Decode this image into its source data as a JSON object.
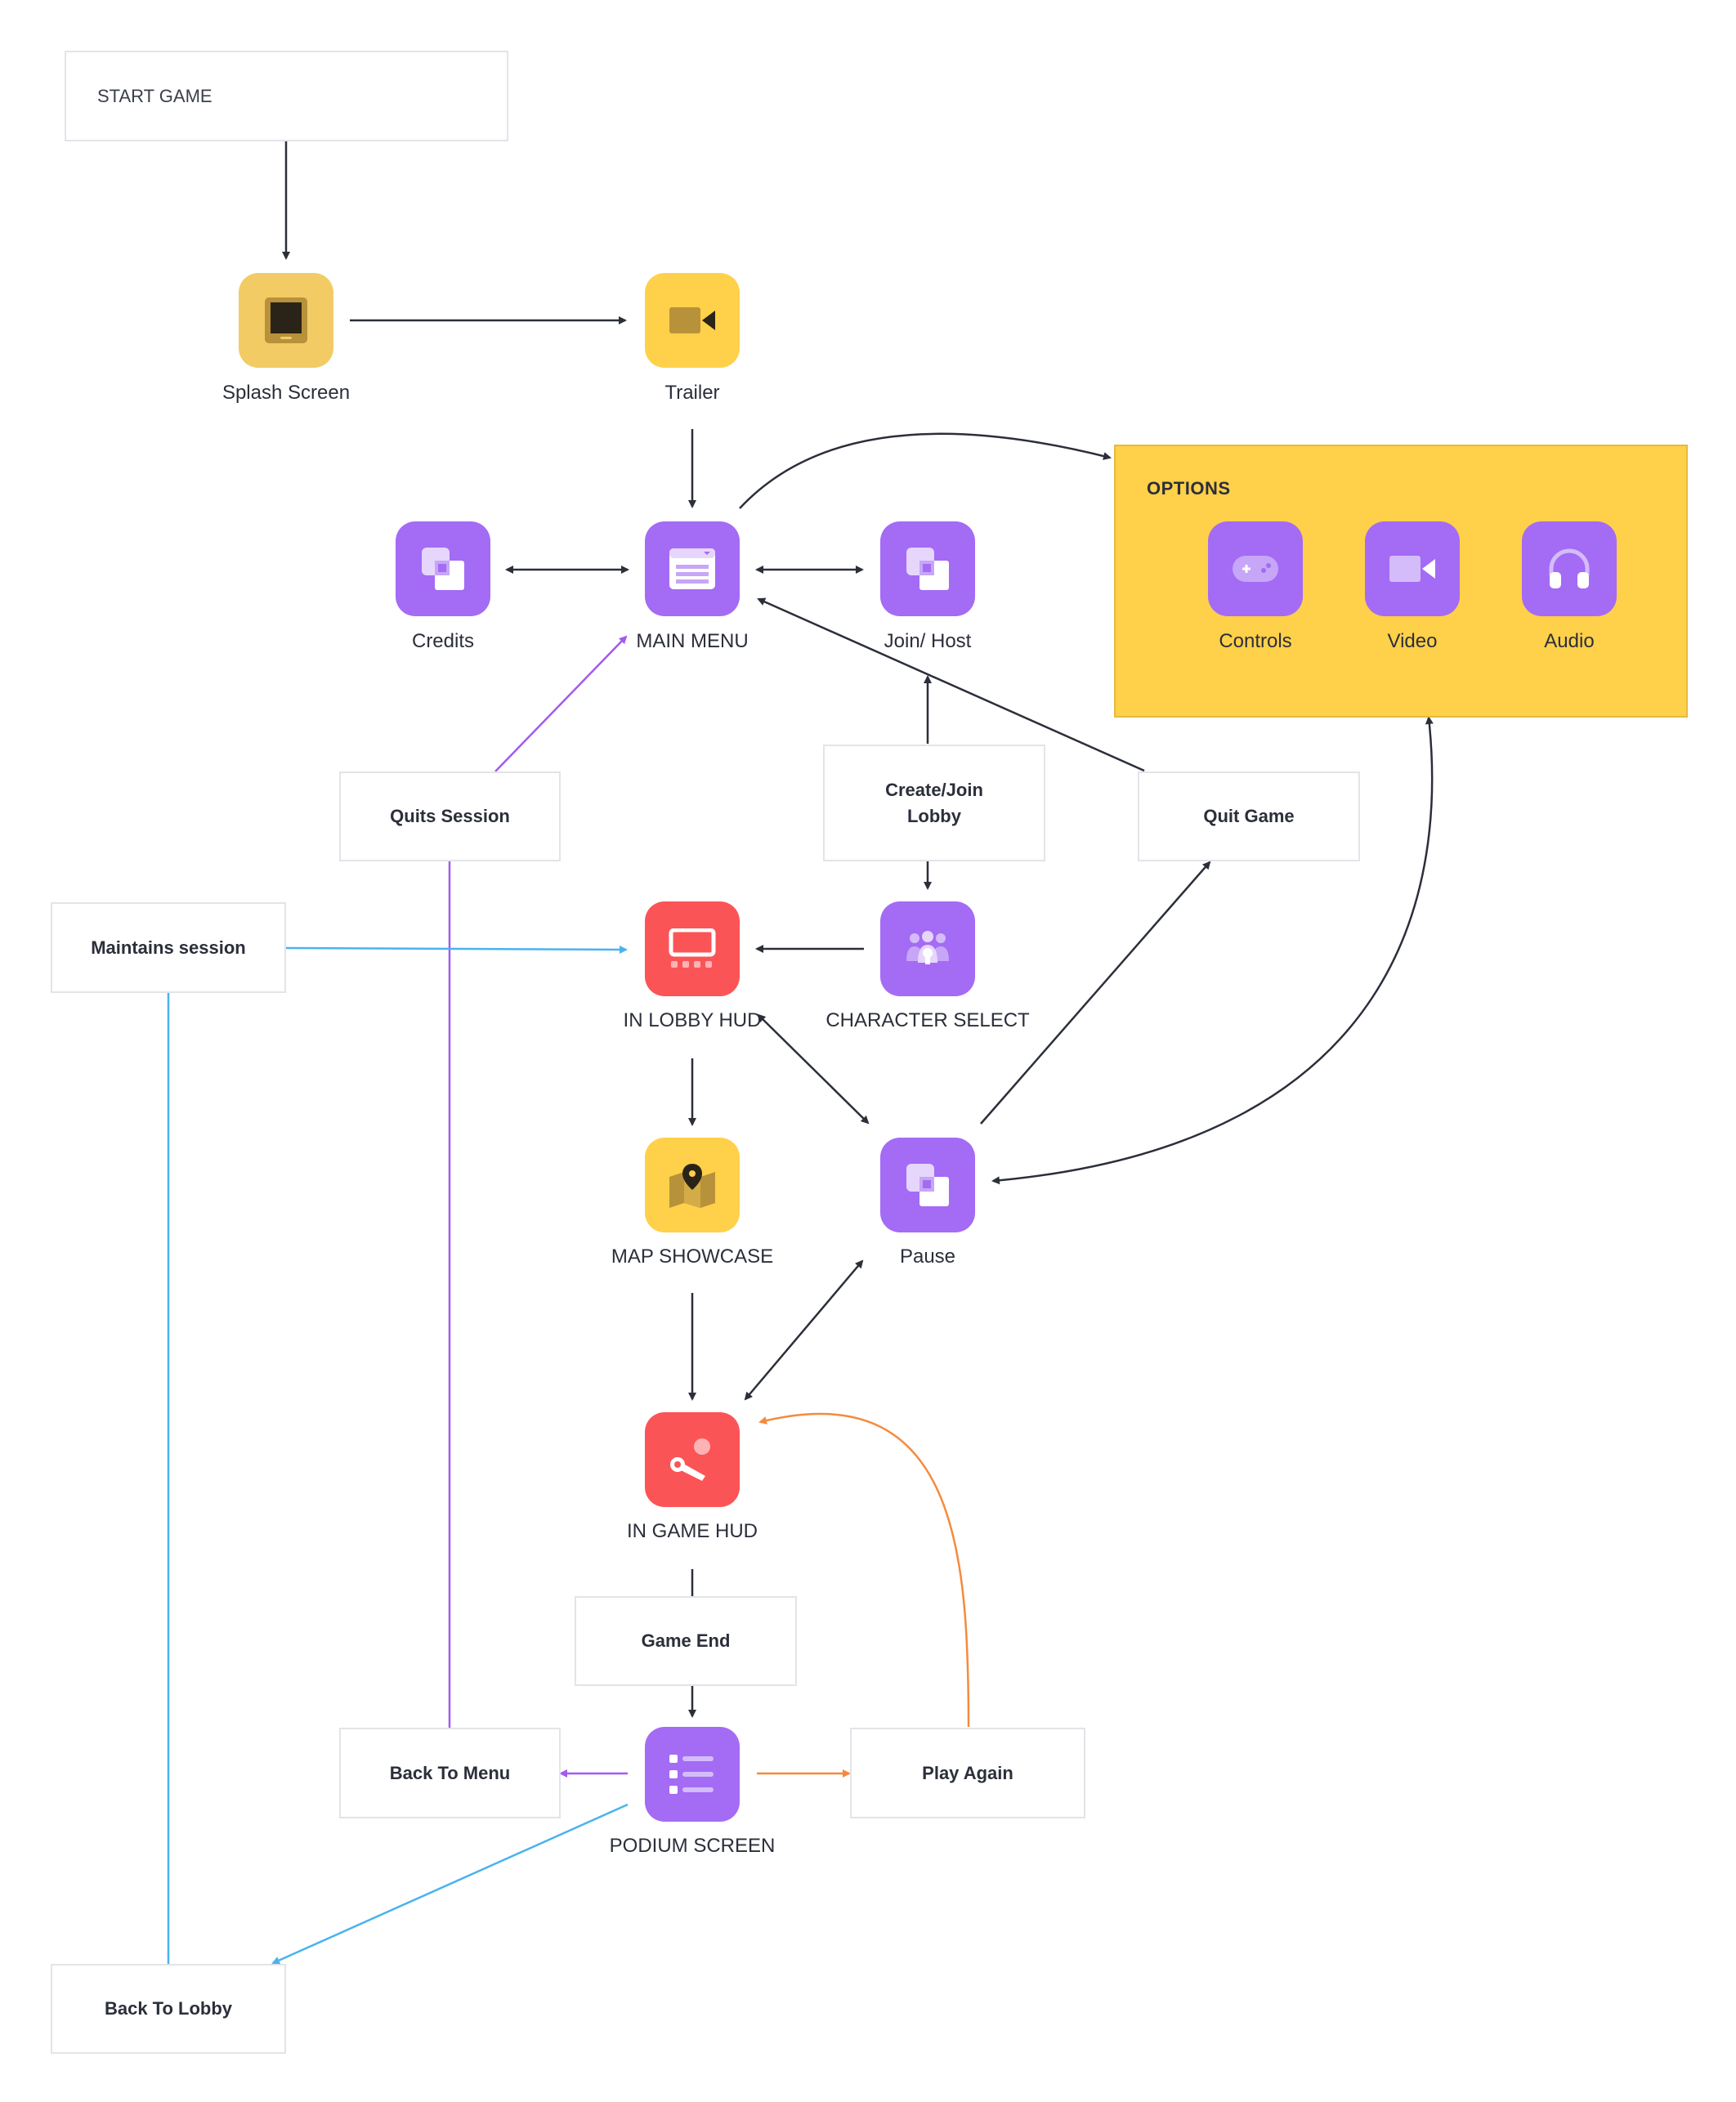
{
  "start_label": "START GAME",
  "nodes": {
    "splash": "Splash Screen",
    "trailer": "Trailer",
    "credits": "Credits",
    "main_menu": "MAIN MENU",
    "join_host": "Join/ Host",
    "controls": "Controls",
    "video": "Video",
    "audio": "Audio",
    "in_lobby_hud": "IN LOBBY HUD",
    "character_select": "CHARACTER SELECT",
    "map_showcase": "MAP SHOWCASE",
    "pause": "Pause",
    "in_game_hud": "IN GAME HUD",
    "podium_screen": "PODIUM SCREEN"
  },
  "options_title": "OPTIONS",
  "boxes": {
    "quits_session": "Quits Session",
    "create_join_lobby_1": "Create/Join",
    "create_join_lobby_2": "Lobby",
    "quit_game": "Quit Game",
    "maintains_session": "Maintains session",
    "game_end": "Game End",
    "back_to_menu": "Back To Menu",
    "play_again": "Play Again",
    "back_to_lobby": "Back To Lobby"
  },
  "colors": {
    "purple": "#a46bf5",
    "yellow": "#ffd04a",
    "red": "#fb5457",
    "arrow_dark": "#2b2f3a",
    "arrow_purple": "#a35af0",
    "arrow_blue": "#4ab3ee",
    "arrow_orange": "#f58a3c"
  },
  "icons": {
    "splash": "tablet-icon",
    "trailer": "video-camera-icon",
    "credits": "copy-icon",
    "main_menu": "menu-window-icon",
    "join_host": "copy-icon",
    "controls": "gamepad-icon",
    "video": "video-camera-icon",
    "audio": "headphones-icon",
    "in_lobby_hud": "monitor-icon",
    "character_select": "group-icon",
    "map_showcase": "map-pin-icon",
    "pause": "copy-icon",
    "in_game_hud": "joystick-icon",
    "podium_screen": "list-icon"
  }
}
